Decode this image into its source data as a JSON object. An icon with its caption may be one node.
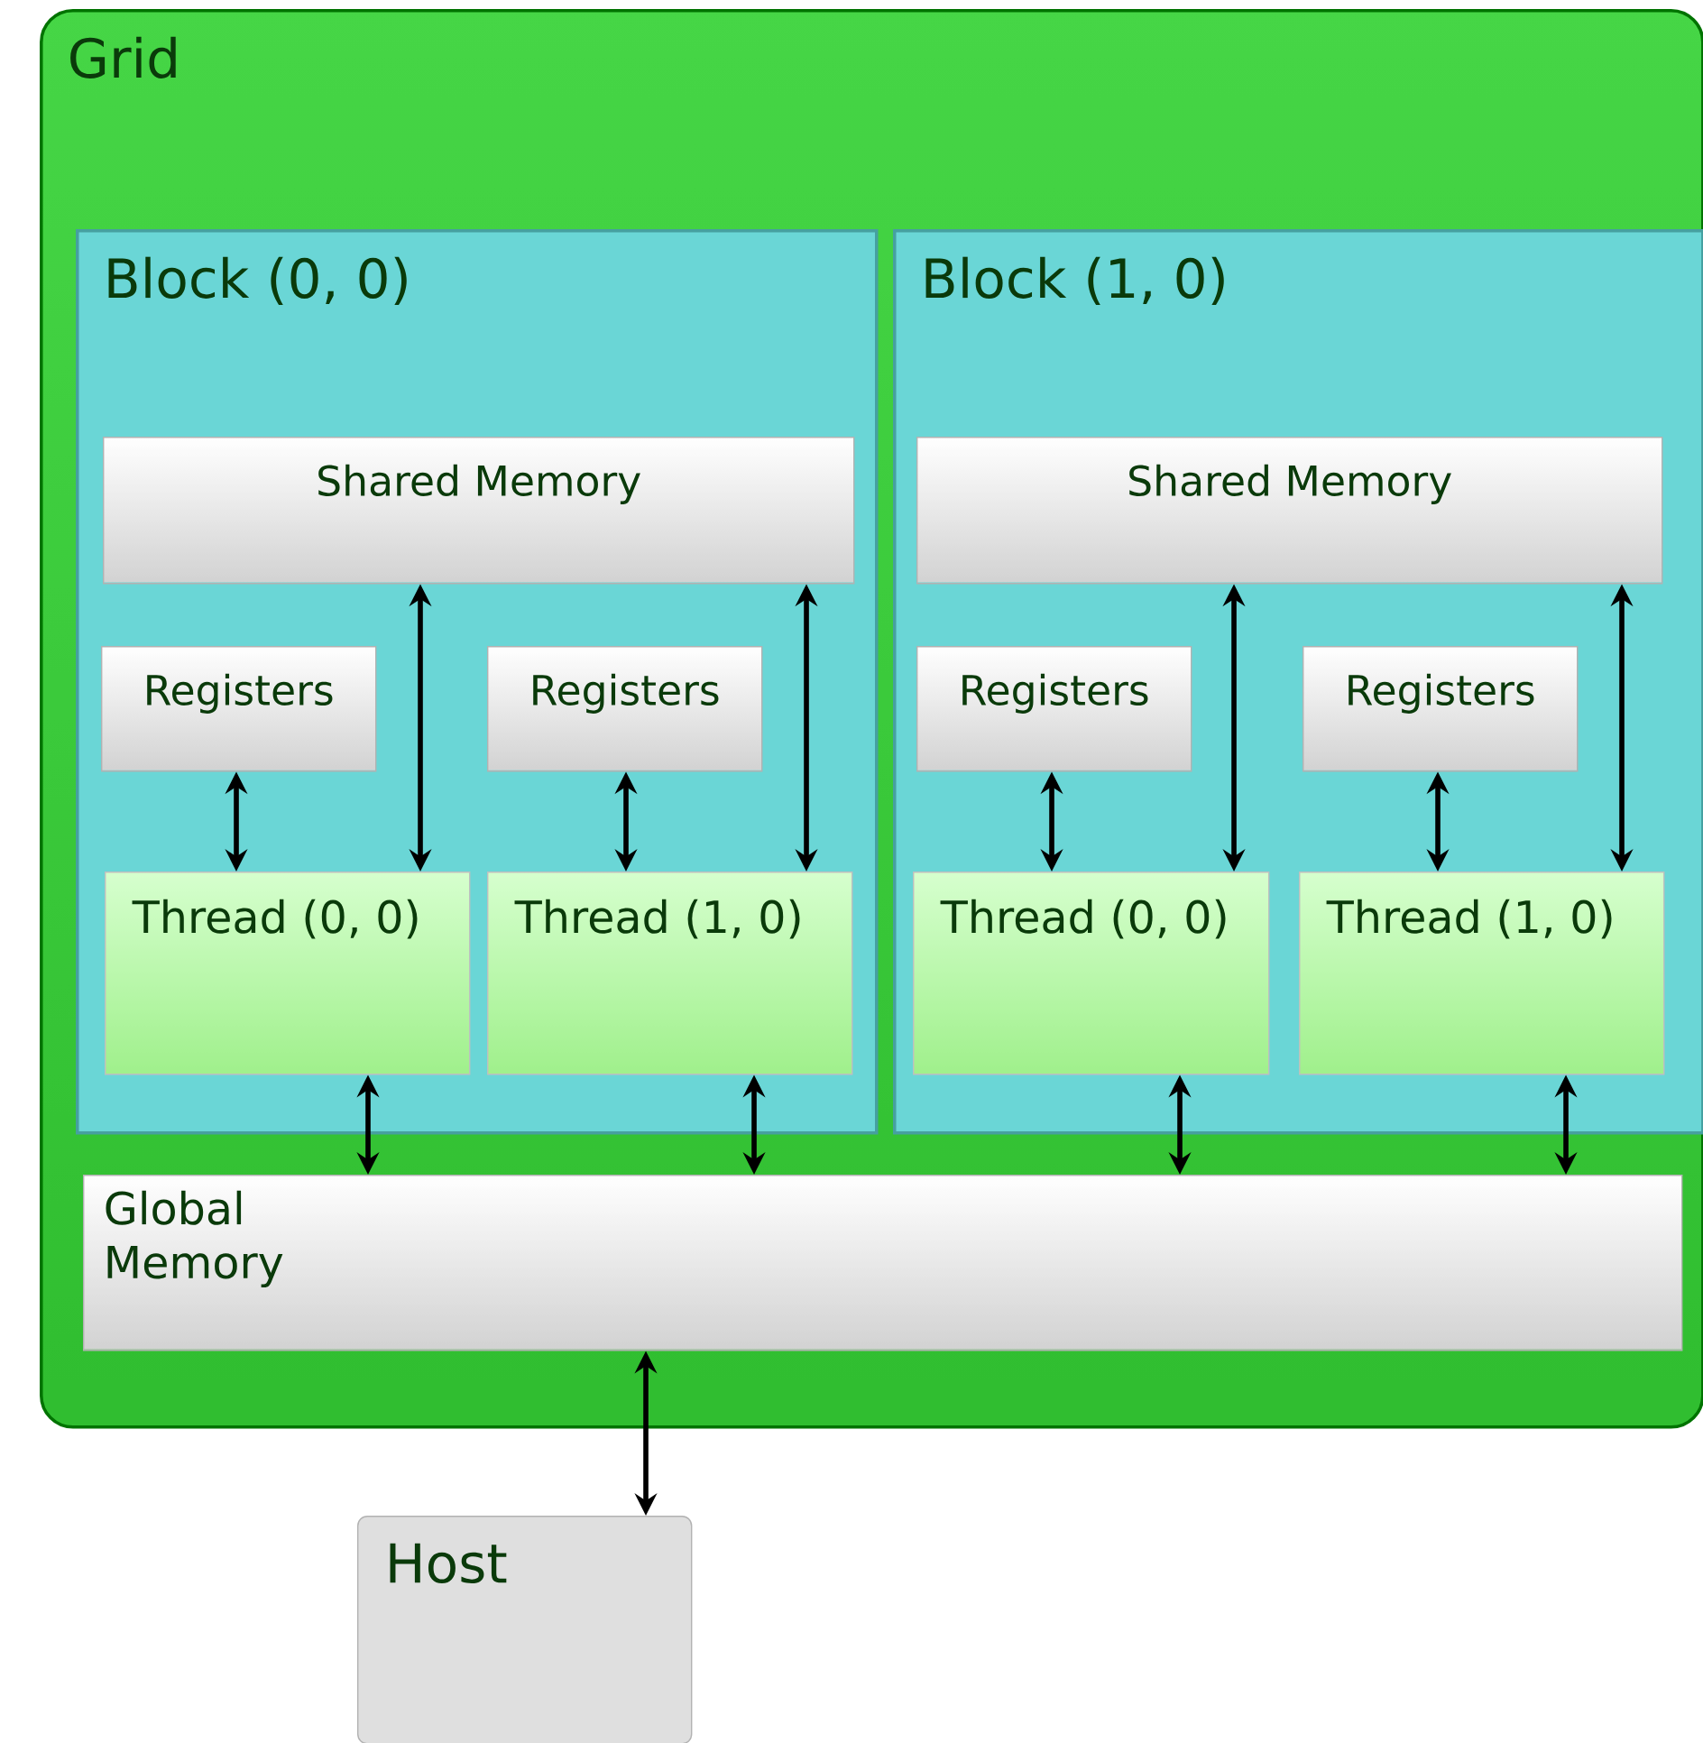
{
  "diagram": {
    "nodes": [
      {
        "text": [
          "Grid"
        ]
      },
      {
        "text": [
          "Block (0, 0)"
        ],
        "in": 0
      },
      {
        "text": [
          "Shared Memory"
        ],
        "in": 1
      },
      {
        "text": [
          "Registers"
        ],
        "in": 1
      },
      {
        "text": [
          "Registers"
        ],
        "in": 1
      },
      {
        "text": [
          "Thread (0, 0)"
        ],
        "in": 1
      },
      {
        "text": [
          "Thread (1, 0)"
        ],
        "in": 1
      },
      {
        "text": [
          "Block (1, 0)"
        ],
        "in": 0
      },
      {
        "text": [
          "Shared Memory"
        ],
        "in": 7
      },
      {
        "text": [
          "Registers"
        ],
        "in": 7
      },
      {
        "text": [
          "Registers"
        ],
        "in": 7
      },
      {
        "text": [
          "Thread (0, 0)"
        ],
        "in": 7
      },
      {
        "text": [
          "Thread (1, 0)"
        ],
        "in": 7
      },
      {
        "text": [
          "Global Memory"
        ],
        "in": 0
      },
      {
        "text": [
          "Host"
        ]
      }
    ],
    "edges": [
      {
        "from": 3,
        "to": 5,
        "arrow": "both"
      },
      {
        "from": 2,
        "to": 5,
        "arrow": "both"
      },
      {
        "from": 4,
        "to": 6,
        "arrow": "both"
      },
      {
        "from": 2,
        "to": 6,
        "arrow": "both"
      },
      {
        "from": 9,
        "to": 11,
        "arrow": "both"
      },
      {
        "from": 8,
        "to": 11,
        "arrow": "both"
      },
      {
        "from": 10,
        "to": 12,
        "arrow": "both"
      },
      {
        "from": 8,
        "to": 12,
        "arrow": "both"
      },
      {
        "from": 5,
        "to": 13,
        "arrow": "both"
      },
      {
        "from": 6,
        "to": 13,
        "arrow": "both"
      },
      {
        "from": 11,
        "to": 13,
        "arrow": "both"
      },
      {
        "from": 12,
        "to": 13,
        "arrow": "both"
      },
      {
        "from": 13,
        "to": 14,
        "arrow": "both"
      }
    ]
  }
}
